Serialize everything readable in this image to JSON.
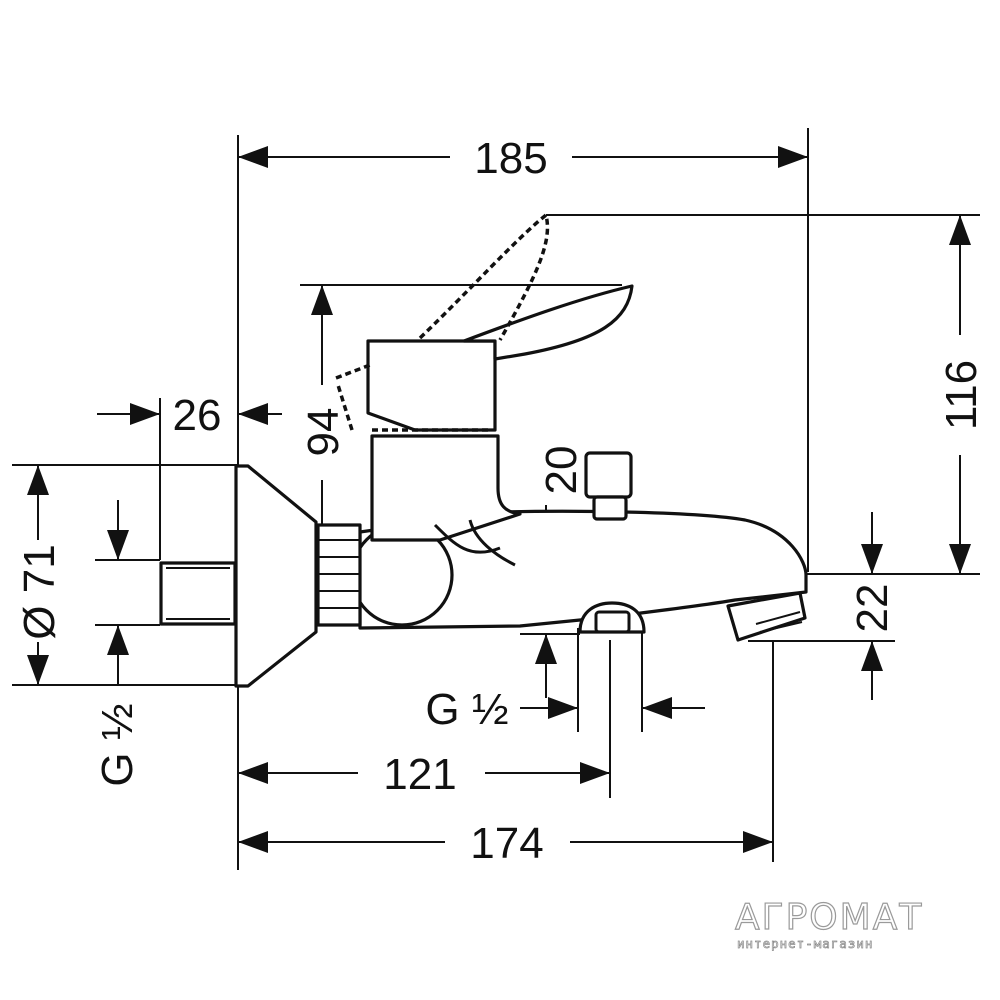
{
  "dimensions": {
    "overall_width": "185",
    "wall_offset": "26",
    "flange_diameter": "Ø 71",
    "lever_height": "94",
    "total_height": "116",
    "diverter_height": "20",
    "spout_height": "22",
    "left_thread": "G ½",
    "bottom_thread": "G ½",
    "outlet_center": "121",
    "spout_reach": "174"
  },
  "watermark": {
    "brand": "АГРОМАТ",
    "tagline": "интернет-магазин"
  }
}
